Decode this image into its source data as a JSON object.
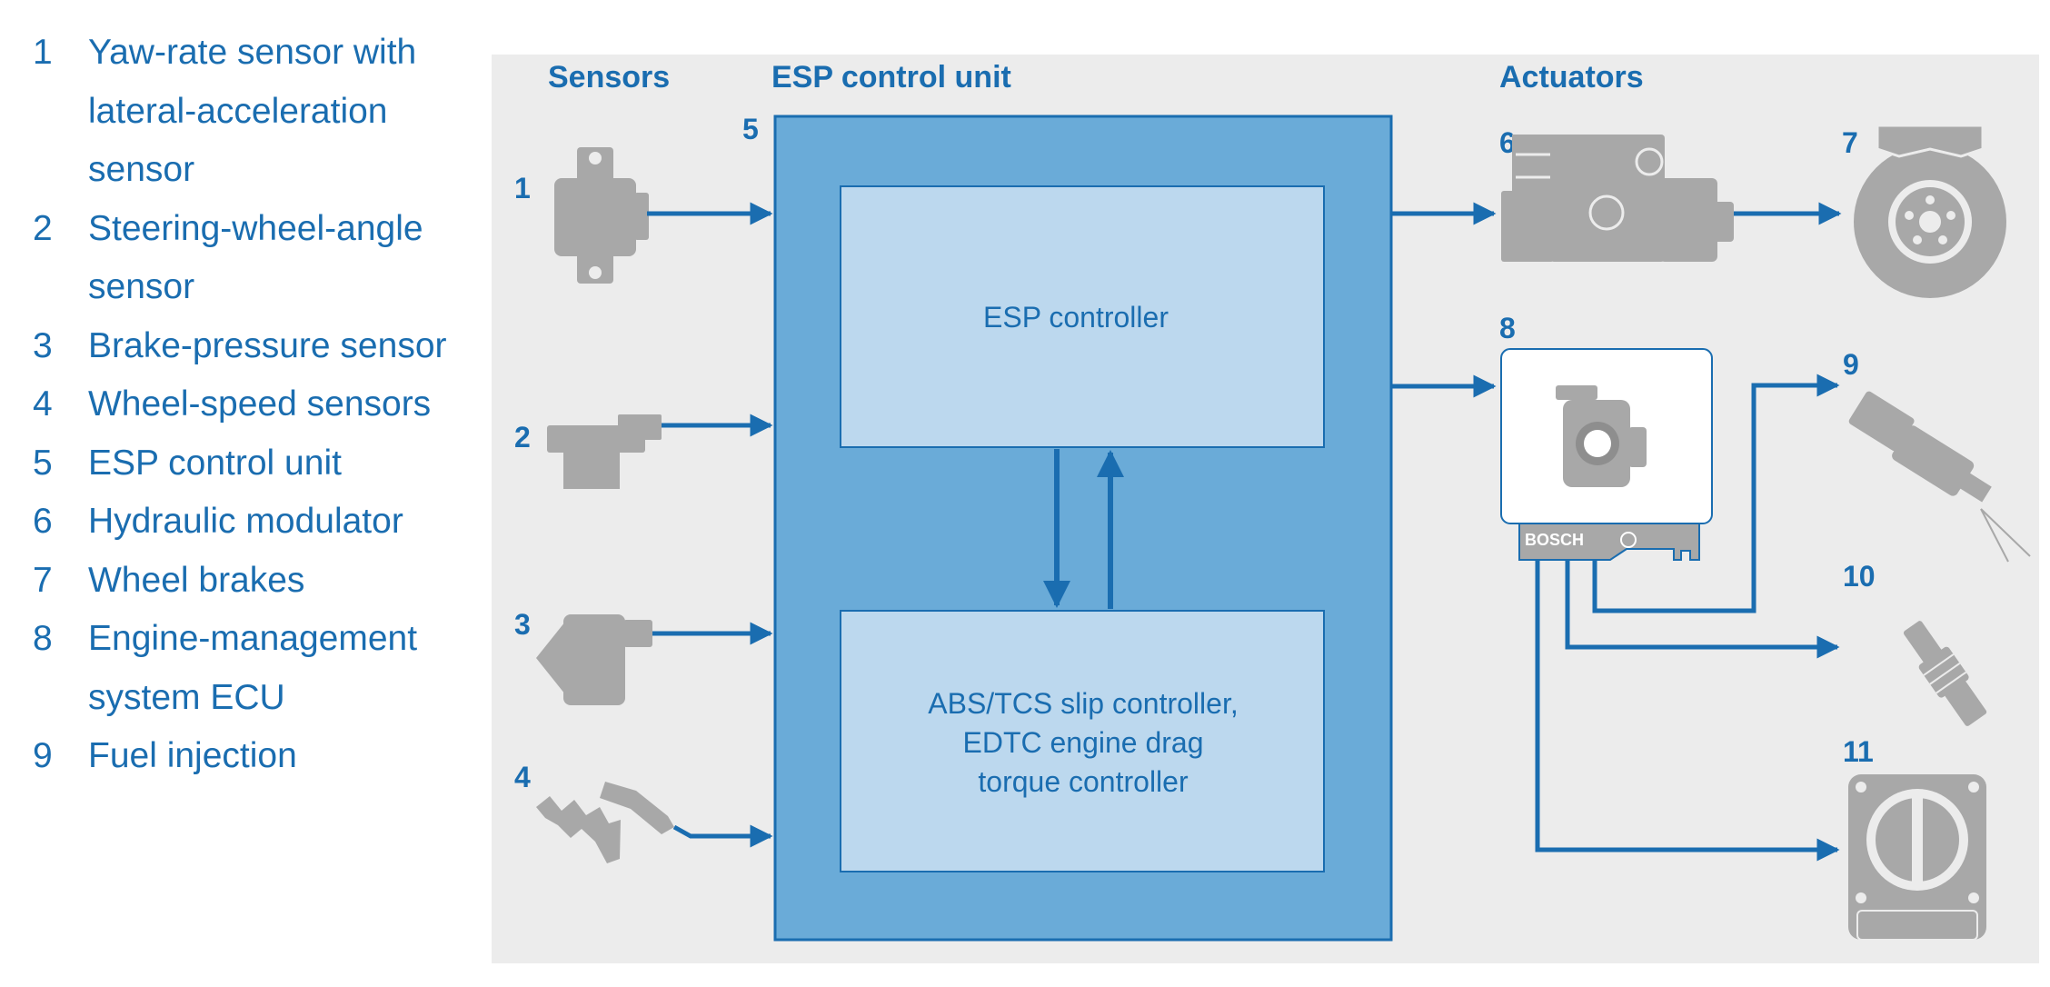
{
  "legend": [
    {
      "num": "1",
      "text": "Yaw-rate sensor with lateral-acceleration sensor"
    },
    {
      "num": "2",
      "text": "Steering-wheel-angle sensor"
    },
    {
      "num": "3",
      "text": "Brake-pressure sensor"
    },
    {
      "num": "4",
      "text": "Wheel-speed sensors"
    },
    {
      "num": "5",
      "text": "ESP control unit"
    },
    {
      "num": "6",
      "text": "Hydraulic modulator"
    },
    {
      "num": "7",
      "text": "Wheel brakes"
    },
    {
      "num": "8",
      "text": "Engine-management system ECU"
    },
    {
      "num": "9",
      "text": "Fuel injection"
    }
  ],
  "headers": {
    "sensors": "Sensors",
    "control_unit": "ESP control unit",
    "actuators": "Actuators"
  },
  "numbers": {
    "n1": "1",
    "n2": "2",
    "n3": "3",
    "n4": "4",
    "n5": "5",
    "n6": "6",
    "n7": "7",
    "n8": "8",
    "n9": "9",
    "n10": "10",
    "n11": "11"
  },
  "blocks": {
    "esp_controller": "ESP controller",
    "abs_line1": "ABS/TCS slip controller,",
    "abs_line2": "EDTC engine drag",
    "abs_line3": "torque controller"
  },
  "ecu_brand": "BOSCH",
  "colors": {
    "accent": "#1a6db0",
    "panel": "#ececec",
    "control_unit": "#6aabd8",
    "inner_block": "#bcd8ee",
    "component_gray": "#a8a8a8"
  }
}
